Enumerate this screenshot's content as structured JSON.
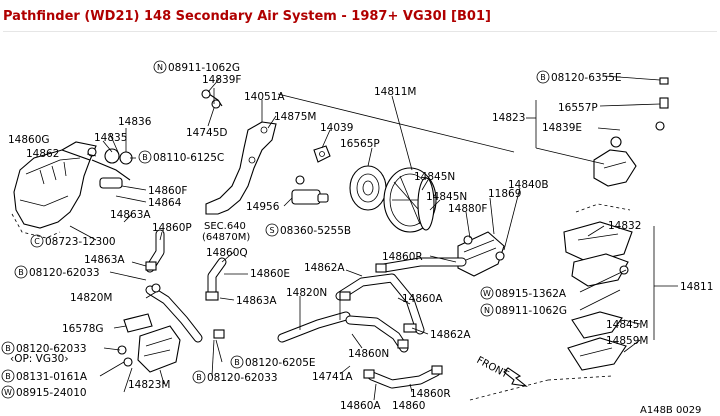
{
  "header": {
    "title": "Pathfinder (WD21) 148 Secondary Air System - 1987+ VG30I [B01]"
  },
  "symbols": {
    "n": "N",
    "b": "B",
    "c": "C",
    "s": "S",
    "w": "W"
  },
  "labels": {
    "n_08911_1062g_top": "08911-1062G",
    "p14839f": "14839F",
    "p14745d": "14745D",
    "p14051a": "14051A",
    "p14875m": "14875M",
    "p14811m": "14811M",
    "p14039": "14039",
    "p16565p": "16565P",
    "b_08120_6355e": "08120-6355E",
    "p14823": "14823",
    "p16557p": "16557P",
    "p14839e": "14839E",
    "p14860g": "14860G",
    "p14836": "14836",
    "p14835": "14835",
    "p14862": "14862",
    "b_08110_6125c": "08110-6125C",
    "p14860f": "14860F",
    "p14864": "14864",
    "p14845n_a": "14845N",
    "p14845n_b": "14845N",
    "p14880f": "14880F",
    "p11869": "11869",
    "p14840b": "14840B",
    "p14956": "14956",
    "p14863a_a": "14863A",
    "sec_line1": "SEC.640",
    "sec_line2": "(64870M)",
    "s_08360_5255b": "08360-5255B",
    "c_08723_12300": "08723-12300",
    "p14860p": "14860P",
    "p14832": "14832",
    "p14863a_b": "14863A",
    "p14860q": "14860Q",
    "p14860e": "14860E",
    "p14862a_a": "14862A",
    "p14860r_a": "14860R",
    "b_08120_62033_a": "08120-62033",
    "p14820n": "14820N",
    "p14860a_a": "14860A",
    "w_08915_1362a": "08915-1362A",
    "p14811": "14811",
    "p14820m": "14820M",
    "p14863a_c": "14863A",
    "n_08911_1062g_bot": "08911-1062G",
    "p16578g": "16578G",
    "p14862a_b": "14862A",
    "p14845m": "14845M",
    "b_08120_62033_b": "08120-62033",
    "op_vg30": "‹OP: VG30›",
    "p14859m": "14859M",
    "p14860n": "14860N",
    "front": "FRONT",
    "b_08120_6205e": "08120-6205E",
    "b_08131_0161a": "08131-0161A",
    "p14741a": "14741A",
    "w_08915_24010": "08915-24010",
    "p14823m": "14823M",
    "b_08120_62033_c": "08120-62033",
    "p14860r_b": "14860R",
    "p14860a_b": "14860A",
    "p14860": "14860",
    "ref": "A148B 0029"
  }
}
